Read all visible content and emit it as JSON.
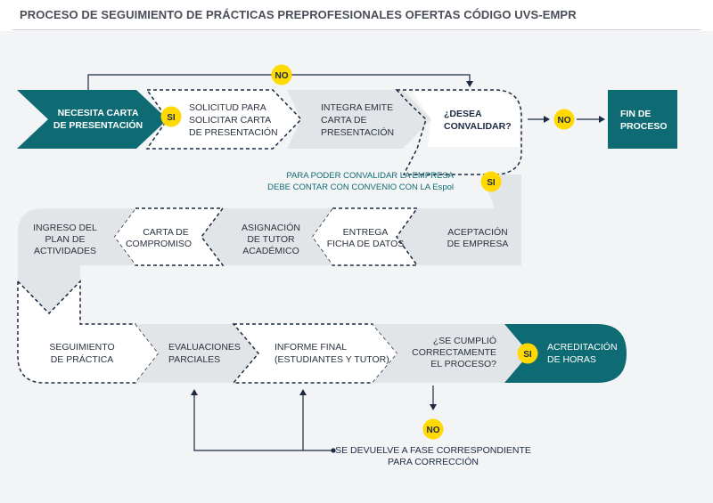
{
  "title": "PROCESO DE SEGUIMIENTO DE PRÁCTICAS PREPROFESIONALES OFERTAS CÓDIGO UVS-EMPR",
  "colors": {
    "teal": "#0e6b73",
    "light": "#e2e5e8",
    "navy": "#1c2a44",
    "yellow": "#ffd900"
  },
  "badges": {
    "no": "NO",
    "si": "SI"
  },
  "steps": {
    "s1": [
      "NECESITA CARTA",
      "DE PRESENTACIÓN"
    ],
    "s2": [
      "SOLICITUD PARA",
      "SOLICITAR CARTA",
      "DE PRESENTACIÓN"
    ],
    "s3": [
      "INTEGRA EMITE",
      "CARTA DE",
      "PRESENTACIÓN"
    ],
    "s4": [
      "¿DESEA",
      "CONVALIDAR?"
    ],
    "end": [
      "FIN DE",
      "PROCESO"
    ],
    "note": [
      "PARA PODER CONVALIDAR LA EMPRESA",
      "DEBE CONTAR CON CONVENIO CON LA Espol"
    ],
    "r2a": [
      "ACEPTACIÓN",
      "DE EMPRESA"
    ],
    "r2b": [
      "ENTREGA",
      "FICHA DE DATOS"
    ],
    "r2c": [
      "ASIGNACIÓN",
      "DE TUTOR",
      "ACADÉMICO"
    ],
    "r2d": [
      "CARTA DE",
      "COMPROMISO"
    ],
    "r2e": [
      "INGRESO DEL",
      "PLAN DE",
      "ACTIVIDADES"
    ],
    "r3a": [
      "SEGUIMIENTO",
      "DE PRÁCTICA"
    ],
    "r3b": [
      "EVALUACIONES",
      "PARCIALES"
    ],
    "r3c": [
      "INFORME FINAL",
      "(ESTUDIANTES Y TUTOR)"
    ],
    "r3d": [
      "¿SE CUMPLIÓ",
      "CORRECTAMENTE",
      "EL PROCESO?"
    ],
    "r3e": [
      "ACREDITACIÓN",
      "DE HORAS"
    ],
    "return": [
      "SE DEVUELVE A FASE CORRESPONDIENTE",
      "PARA CORRECCIÓN"
    ]
  }
}
